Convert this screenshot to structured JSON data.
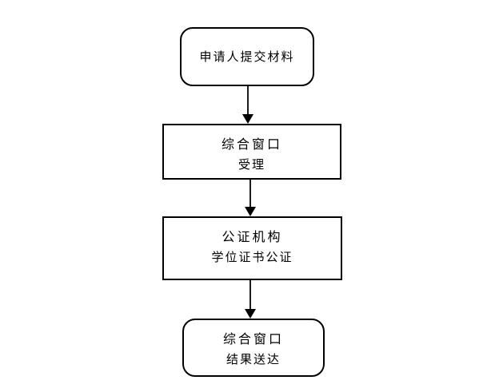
{
  "page": {
    "background_color": "#ffffff",
    "stroke_color": "#000000",
    "text_color": "#000000"
  },
  "flowchart": {
    "nodes": [
      {
        "id": "applicant-submit",
        "shape": "rounded-terminator",
        "line1": "申请人提交材料"
      },
      {
        "id": "window-accept",
        "shape": "rectangle",
        "line1": "综合窗口",
        "line2": "受理"
      },
      {
        "id": "notary-certify",
        "shape": "rectangle",
        "line1": "公证机构",
        "line2": "学位证书公证"
      },
      {
        "id": "window-deliver",
        "shape": "rounded-terminator",
        "line1": "综合窗口",
        "line2": "结果送达"
      }
    ],
    "edges": [
      {
        "from": "applicant-submit",
        "to": "window-accept",
        "direction": "down"
      },
      {
        "from": "window-accept",
        "to": "notary-certify",
        "direction": "down"
      },
      {
        "from": "notary-certify",
        "to": "window-deliver",
        "direction": "down"
      }
    ]
  }
}
